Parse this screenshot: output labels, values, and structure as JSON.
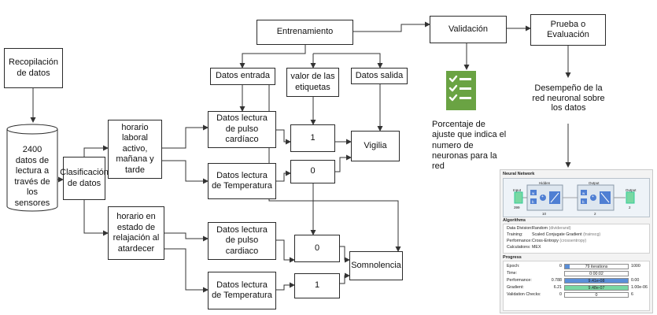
{
  "nodes": {
    "recopilacion": "Recopilación\nde datos",
    "datos_sensores": "2400\ndatos de\nlectura a\ntravés de\nlos\nsensores",
    "clasificacion": "Clasificación\nde datos",
    "horario_laboral": "horario\nlaboral\nactivo,\nmañana y\ntarde",
    "horario_relajacion": "horario en\nestado de\nrelajación al\natardecer",
    "pulso1": "Datos lectura\nde pulso\ncardíaco",
    "temp1": "Datos  lectura\nde Temperatura",
    "pulso2": "Datos  lectura\nde pulso\ncardiaco",
    "temp2": "Datos  lectura\nde Temperatura",
    "entrenamiento": "Entrenamiento",
    "datos_entrada": "Datos entrada",
    "valor_etiquetas": "valor de las\netiquetas",
    "datos_salida": "Datos salida",
    "v1": "1",
    "v0": "0",
    "v0b": "0",
    "v1b": "1",
    "vigilia": "Vigilia",
    "somnolencia": "Somnolencia",
    "validacion": "Validación",
    "prueba": "Prueba o\nEvaluación",
    "porcentaje": "Porcentaje de\najuste que indica el\nnumero de\nneuronas para la\nred",
    "desempeno": "Desempeño de la\nred neuronal sobre\nlos datos"
  },
  "icons": {
    "validation": "checklist-icon"
  },
  "colors": {
    "checklist_green": "#6aa343",
    "nn_blue": "#5b8fd8",
    "nn_green": "#78d8a2"
  },
  "nn_window": {
    "title": "Neural Network",
    "diagram": {
      "input_label": "Input",
      "input_size": "399",
      "hidden_label": "Hidden",
      "hidden_size": "10",
      "output_layer_label": "Output",
      "output_layer_size": "2",
      "output_label": "Output",
      "output_size": "2",
      "w": "w",
      "b": "b",
      "plus": "+"
    },
    "algorithms_title": "Algorithms",
    "algorithms": [
      {
        "key": "Data Division:",
        "value": "Random",
        "sub": "(dividerand)"
      },
      {
        "key": "Training:",
        "value": "Scaled Conjugate Gradient",
        "sub": "(trainscg)"
      },
      {
        "key": "Performance:",
        "value": "Cross-Entropy",
        "sub": "(crossentropy)"
      },
      {
        "key": "Calculations:",
        "value": "MEX",
        "sub": ""
      }
    ],
    "progress_title": "Progress",
    "progress": [
      {
        "key": "Epoch:",
        "min": "0",
        "value": "79 iterations",
        "max": "1000",
        "fill": 0.08
      },
      {
        "key": "Time:",
        "min": "",
        "value": "0:00:02",
        "max": "",
        "fill": 0
      },
      {
        "key": "Performance:",
        "min": "0.788",
        "value": "9.41e-08",
        "max": "0.00",
        "fill": 1.0
      },
      {
        "key": "Gradient:",
        "min": "6.21",
        "value": "9.48e-07",
        "max": "1.00e-06",
        "fill": 1.0
      },
      {
        "key": "Validation Checks:",
        "min": "0",
        "value": "0",
        "max": "6",
        "fill": 0
      }
    ]
  }
}
